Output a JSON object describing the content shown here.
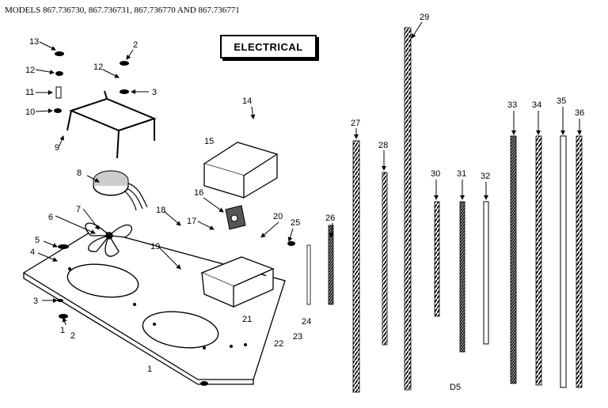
{
  "header": {
    "models": "MODELS 867.736730, 867.736731, 867.736770 AND 867.736771"
  },
  "section_title": "ELECTRICAL",
  "figure_code": "D5",
  "part_numbers": [
    "1",
    "2",
    "3",
    "4",
    "5",
    "6",
    "7",
    "8",
    "9",
    "10",
    "11",
    "12",
    "13",
    "14",
    "15",
    "16",
    "17",
    "18",
    "19",
    "20",
    "21",
    "22",
    "23",
    "24",
    "25",
    "26",
    "27",
    "28",
    "29",
    "30",
    "31",
    "32",
    "33",
    "34",
    "35",
    "36"
  ],
  "extra_labels": {
    "left_12": "12",
    "left_2": "2",
    "left_3": "3",
    "left_1": "1",
    "left_2b": "2"
  }
}
